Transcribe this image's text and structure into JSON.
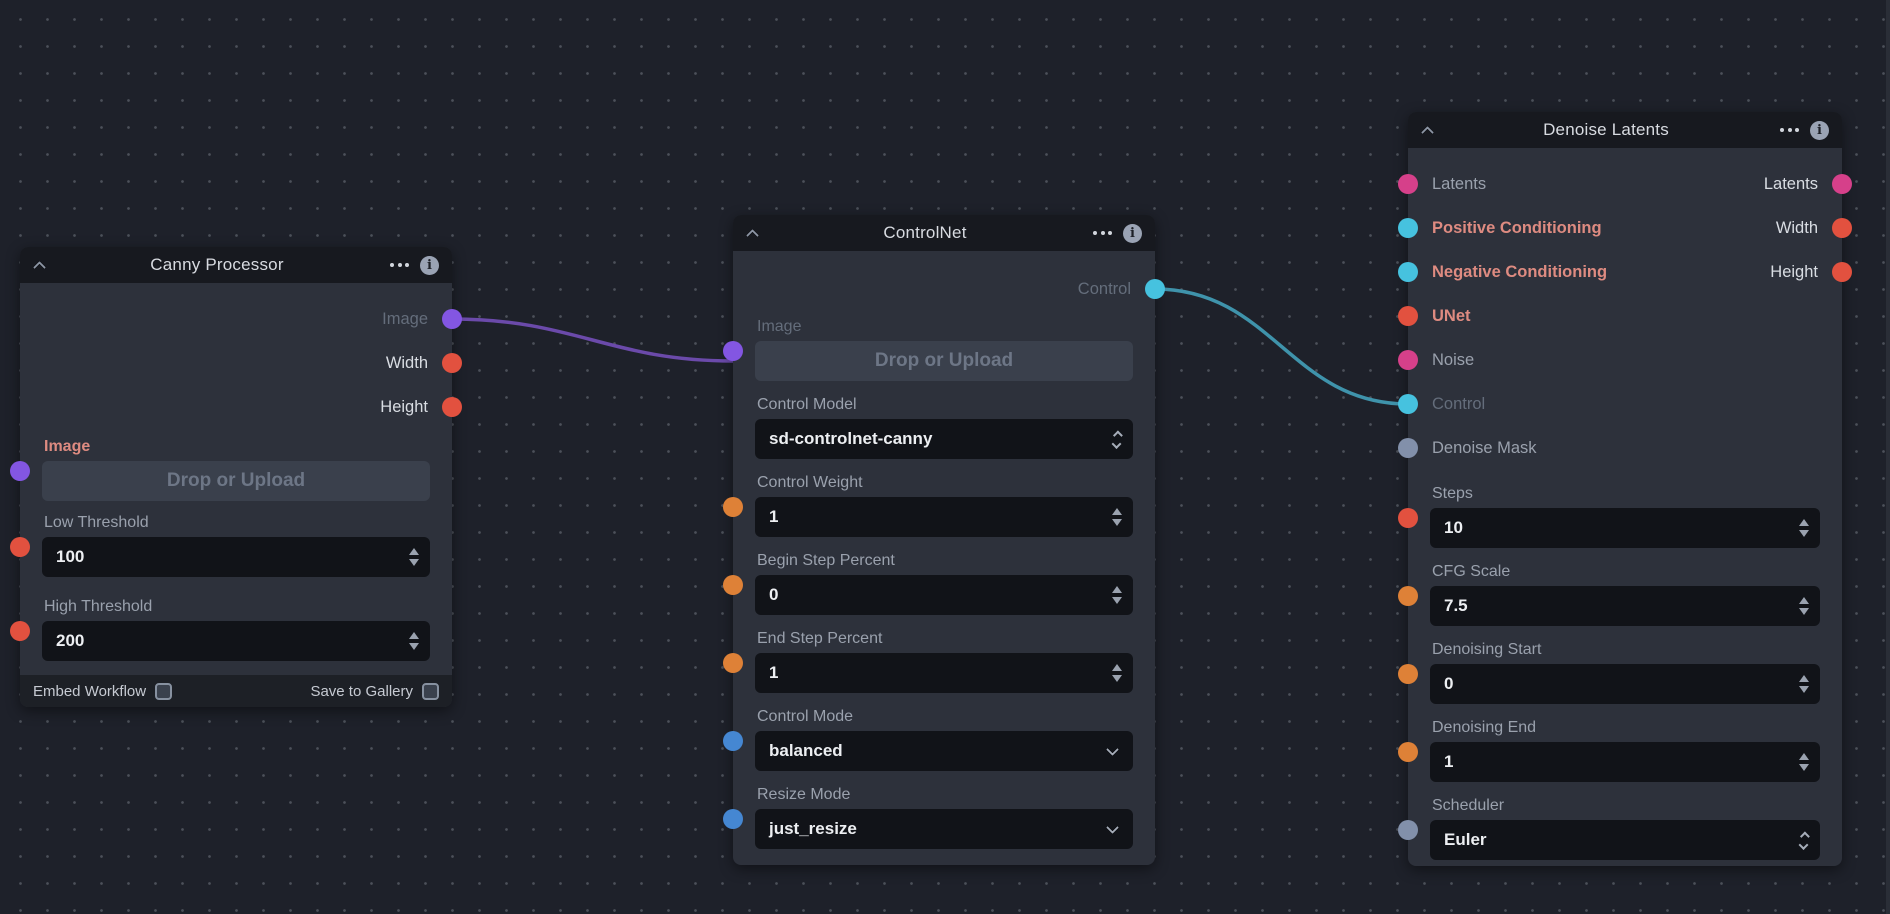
{
  "icons": {
    "collapse": "chevron-up",
    "menu": "ellipsis-menu",
    "info": "info-circle",
    "info_glyph": "i"
  },
  "colors": {
    "canvas_bg": "#1e212a",
    "node_body": "#2d313b",
    "node_header": "#17191f",
    "handle_purple": "#8356e2",
    "handle_red": "#e2513f",
    "handle_pink": "#d6408a",
    "handle_cyan": "#46c2df",
    "handle_orange": "#de8137",
    "handle_blue": "#4587d2",
    "handle_slate": "#8290aa",
    "wire_purple": "#6b4aaa",
    "wire_cyan": "#3f93ab",
    "required_label": "#de8b81"
  },
  "connections": [
    {
      "from": "Canny Processor.Image",
      "to": "ControlNet.Image",
      "color": "#6b4aaa"
    },
    {
      "from": "ControlNet.Control",
      "to": "Denoise Latents.Control",
      "color": "#3f93ab"
    }
  ],
  "canny": {
    "title": "Canny Processor",
    "outputs": [
      {
        "label": "Image"
      },
      {
        "label": "Width"
      },
      {
        "label": "Height"
      }
    ],
    "image_field": {
      "label": "Image",
      "button": "Drop or Upload"
    },
    "low_threshold": {
      "label": "Low Threshold",
      "value": "100"
    },
    "high_threshold": {
      "label": "High Threshold",
      "value": "200"
    },
    "footer": {
      "embed_workflow": "Embed Workflow",
      "save_to_gallery": "Save to Gallery"
    }
  },
  "controlnet": {
    "title": "ControlNet",
    "output": {
      "label": "Control"
    },
    "image_field": {
      "label": "Image",
      "button": "Drop or Upload"
    },
    "control_model": {
      "label": "Control Model",
      "value": "sd-controlnet-canny"
    },
    "control_weight": {
      "label": "Control Weight",
      "value": "1"
    },
    "begin_step_percent": {
      "label": "Begin Step Percent",
      "value": "0"
    },
    "end_step_percent": {
      "label": "End Step Percent",
      "value": "1"
    },
    "control_mode": {
      "label": "Control Mode",
      "value": "balanced"
    },
    "resize_mode": {
      "label": "Resize Mode",
      "value": "just_resize"
    }
  },
  "denoise": {
    "title": "Denoise Latents",
    "inputs": [
      {
        "label": "Latents"
      },
      {
        "label": "Positive Conditioning"
      },
      {
        "label": "Negative Conditioning"
      },
      {
        "label": "UNet"
      },
      {
        "label": "Noise"
      },
      {
        "label": "Control"
      },
      {
        "label": "Denoise Mask"
      }
    ],
    "outputs": [
      {
        "label": "Latents"
      },
      {
        "label": "Width"
      },
      {
        "label": "Height"
      }
    ],
    "steps": {
      "label": "Steps",
      "value": "10"
    },
    "cfg_scale": {
      "label": "CFG Scale",
      "value": "7.5"
    },
    "denoising_start": {
      "label": "Denoising Start",
      "value": "0"
    },
    "denoising_end": {
      "label": "Denoising End",
      "value": "1"
    },
    "scheduler": {
      "label": "Scheduler",
      "value": "Euler"
    }
  }
}
